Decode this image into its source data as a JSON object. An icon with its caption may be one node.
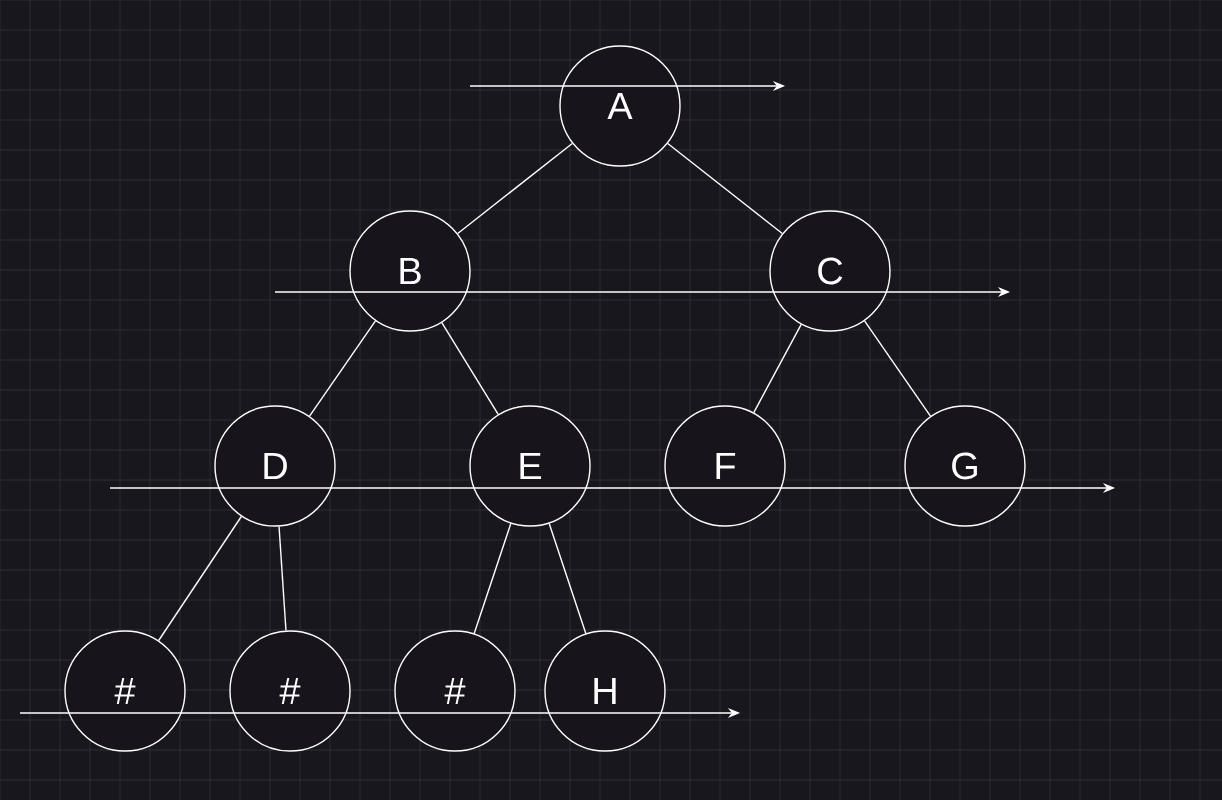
{
  "diagram": {
    "nodes": [
      {
        "text": [
          "A"
        ]
      },
      {
        "text": [
          "B"
        ]
      },
      {
        "text": [
          "C"
        ]
      },
      {
        "text": [
          "D"
        ]
      },
      {
        "text": [
          "E"
        ]
      },
      {
        "text": [
          "F"
        ]
      },
      {
        "text": [
          "G"
        ]
      },
      {
        "text": [
          "#"
        ]
      },
      {
        "text": [
          "#"
        ]
      },
      {
        "text": [
          "#"
        ]
      },
      {
        "text": [
          "H"
        ]
      }
    ],
    "edges": [
      {
        "from": 0,
        "to": 1,
        "arrow": "none"
      },
      {
        "from": 0,
        "to": 2,
        "arrow": "none"
      },
      {
        "from": 1,
        "to": 3,
        "arrow": "none"
      },
      {
        "from": 1,
        "to": 4,
        "arrow": "none"
      },
      {
        "from": 2,
        "to": 5,
        "arrow": "none"
      },
      {
        "from": 2,
        "to": 6,
        "arrow": "none"
      },
      {
        "from": 3,
        "to": 7,
        "arrow": "none"
      },
      {
        "from": 3,
        "to": 8,
        "arrow": "none"
      },
      {
        "from": 4,
        "to": 9,
        "arrow": "none"
      },
      {
        "from": 4,
        "to": 10,
        "arrow": "none"
      }
    ]
  }
}
